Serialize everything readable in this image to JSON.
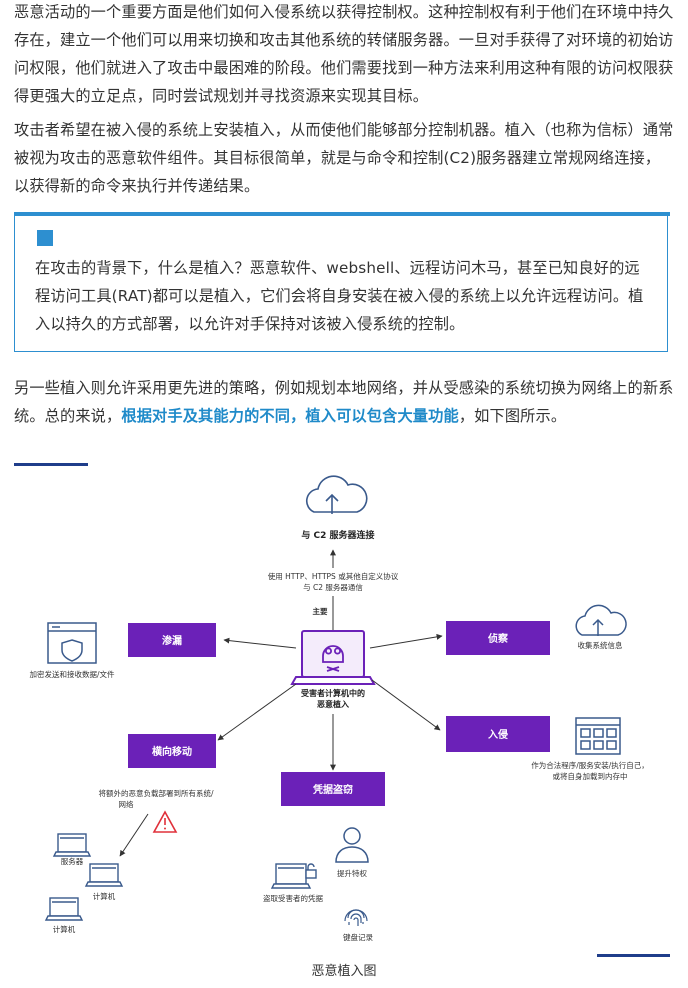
{
  "article": {
    "p1": "恶意活动的一个重要方面是他们如何入侵系统以获得控制权。这种控制权有利于他们在环境中持久存在，建立一个他们可以用来切换和攻击其他系统的转储服务器。一旦对手获得了对环境的初始访问权限，他们就进入了攻击中最困难的阶段。他们需要找到一种方法来利用这种有限的访问权限获得更强大的立足点，同时尝试规划并寻找资源来实现其目标。",
    "p2": "攻击者希望在被入侵的系统上安装植入，从而使他们能够部分控制机器。植入（也称为信标）通常被视为攻击的恶意软件组件。其目标很简单，就是与命令和控制(C2)服务器建立常规网络连接，以获得新的命令来执行并传递结果。",
    "quote": "在攻击的背景下，什么是植入？恶意软件、webshell、远程访问木马，甚至已知良好的远程访问工具(RAT)都可以是植入，它们会将自身安装在被入侵的系统上以允许远程访问。植入以持久的方式部署，以允许对手保持对该被入侵系统的控制。",
    "p3_start": "另一些植入则允许采用更先进的策略，例如规划本地网络，并从受感染的系统切换为网络上的新系统。总的来说，",
    "p3_highlight": "根据对手及其能力的不同，植入可以包含大量功能",
    "p3_end": "，如下图所示。",
    "caption": "恶意植入图"
  },
  "diagram": {
    "center_label_line1": "受害者计算机中的",
    "center_label_line2": "恶意植入",
    "c2_title": "与 C2 服务器连接",
    "c2_desc_line1": "使用 HTTP、HTTPS 或其他自定义协议",
    "c2_desc_line2": "与 C2 服务器通信",
    "main_label": "主要",
    "boxes": {
      "exfil": "渗漏",
      "recon": "侦察",
      "intrusion": "入侵",
      "lateral": "横向移动",
      "cred": "凭据盗窃"
    },
    "exfil_desc": "加密发送和接收数据/文件",
    "recon_desc": "收集系统信息",
    "intrusion_desc_line1": "作为合法程序/服务安装/执行自己，",
    "intrusion_desc_line2": "或将自身加载到内存中",
    "lateral_desc_line1": "将额外的恶意负载部署到所有系统/",
    "lateral_desc_line2": "网络",
    "server_label": "服务器",
    "computer_label_1": "计算机",
    "computer_label_2": "计算机",
    "privilege_label": "提升特权",
    "steal_cred_label": "盗取受害者的凭据",
    "keylog_label": "键盘记录"
  },
  "colors": {
    "accent_blue": "#2d8fd0",
    "highlight_blue": "#1f8ac9",
    "purple": "#6b21b8",
    "navy": "#1f3d8a",
    "icon_blue": "#3a5a8c",
    "warning_red": "#e0303a"
  }
}
